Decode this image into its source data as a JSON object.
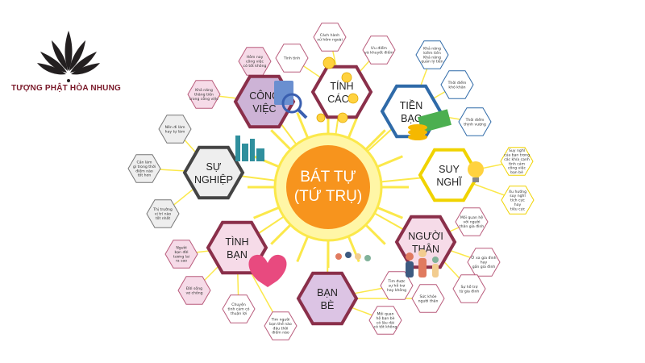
{
  "brand": {
    "name": "TƯỢNG PHẬT HÒA NHUNG"
  },
  "center": {
    "lines": [
      "BÁT TỰ",
      "(TỨ TRỤ)"
    ],
    "color": "#f7941d"
  },
  "colors": {
    "ray": "#fbe84a",
    "sun": "#fff6a6"
  },
  "categories": [
    {
      "id": "cong-viec",
      "lines": [
        "CÔNG",
        "VIỆC"
      ],
      "fill": "#cdb3d6",
      "border": "#8a2f4a"
    },
    {
      "id": "tinh-cach",
      "lines": [
        "TÍNH",
        "CÁCH"
      ],
      "fill": "#ffffff",
      "border": "#8a2f4a"
    },
    {
      "id": "tien-bac",
      "lines": [
        "TIỀN",
        "BẠC"
      ],
      "fill": "#ffffff",
      "border": "#2f6aa8"
    },
    {
      "id": "suy-nghi",
      "lines": [
        "SUY",
        "NGHĨ"
      ],
      "fill": "#ffffff",
      "border": "#f0d300"
    },
    {
      "id": "nguoi-than",
      "lines": [
        "NGƯỜI",
        "THÂN"
      ],
      "fill": "#f6dbe8",
      "border": "#8a2f4a"
    },
    {
      "id": "ban-be",
      "lines": [
        "BẠN",
        "BÈ"
      ],
      "fill": "#dcc4e4",
      "border": "#8a2f4a"
    },
    {
      "id": "tinh-ban",
      "lines": [
        "TÌNH",
        "BẠN"
      ],
      "fill": "#f6dbe8",
      "border": "#8a2f4a"
    },
    {
      "id": "su-nghiep",
      "lines": [
        "SỰ",
        "NGHIỆP"
      ],
      "fill": "#eeeeee",
      "border": "#444444"
    }
  ],
  "leaves": [
    {
      "lines": [
        "Hôm nay",
        "công việc",
        "có tốt không"
      ],
      "fill": "#f6dbe8",
      "border": "#b95c7c"
    },
    {
      "lines": [
        "Khả năng",
        "thăng tiến",
        "trong công việc"
      ],
      "fill": "#f6dbe8",
      "border": "#b95c7c"
    },
    {
      "lines": [
        "Tính tình"
      ],
      "fill": "#ffffff",
      "border": "#b95c7c"
    },
    {
      "lines": [
        "Cách hành",
        "xử hôm ngoài"
      ],
      "fill": "#ffffff",
      "border": "#b95c7c"
    },
    {
      "lines": [
        "Ưu điểm",
        "và khuyết điểm"
      ],
      "fill": "#ffffff",
      "border": "#b95c7c"
    },
    {
      "lines": [
        "Khả năng",
        "kiếm tiền",
        "Khả năng",
        "quản lý tiền"
      ],
      "fill": "#ffffff",
      "border": "#2f6aa8"
    },
    {
      "lines": [
        "Thời điểm",
        "khó khăn"
      ],
      "fill": "#ffffff",
      "border": "#2f6aa8"
    },
    {
      "lines": [
        "Thời điểm",
        "thịnh vượng"
      ],
      "fill": "#ffffff",
      "border": "#2f6aa8"
    },
    {
      "lines": [
        "Suy nghĩ",
        "của bạn trong",
        "các khía cạnh",
        "tình cảm",
        "công việc",
        "bạn bè"
      ],
      "fill": "#ffffff",
      "border": "#f0d300"
    },
    {
      "lines": [
        "Xu hướng",
        "suy nghĩ",
        "tích cực",
        "hay",
        "tiêu cực"
      ],
      "fill": "#ffffff",
      "border": "#f0d300"
    },
    {
      "lines": [
        "Mối quan hệ",
        "với người",
        "thân gia đình"
      ],
      "fill": "#ffffff",
      "border": "#b95c7c"
    },
    {
      "lines": [
        "Ở xa gia đình",
        "hay",
        "gần gia đình"
      ],
      "fill": "#ffffff",
      "border": "#b95c7c"
    },
    {
      "lines": [
        "Sự hỗ trợ",
        "từ gia đình"
      ],
      "fill": "#ffffff",
      "border": "#b95c7c"
    },
    {
      "lines": [
        "Tìm được",
        "sự hỗ trợ",
        "hay không"
      ],
      "fill": "#ffffff",
      "border": "#b95c7c"
    },
    {
      "lines": [
        "Sức khỏe",
        "người thân"
      ],
      "fill": "#ffffff",
      "border": "#b95c7c"
    },
    {
      "lines": [
        "Mối quan",
        "hệ bạn bè",
        "có lâu dài",
        "có tốt không"
      ],
      "fill": "#ffffff",
      "border": "#b95c7c"
    },
    {
      "lines": [
        "Tìm người",
        "bạn thế nào",
        "đâu thời",
        "điểm nào"
      ],
      "fill": "#ffffff",
      "border": "#b95c7c"
    },
    {
      "lines": [
        "Chuyện",
        "tình cảm có",
        "thuận lợi"
      ],
      "fill": "#ffffff",
      "border": "#b95c7c"
    },
    {
      "lines": [
        "Đời sống",
        "vợ chồng"
      ],
      "fill": "#f6dbe8",
      "border": "#b95c7c"
    },
    {
      "lines": [
        "Người",
        "bạn đời",
        "tương lai",
        "ra sao"
      ],
      "fill": "#f6dbe8",
      "border": "#b95c7c"
    },
    {
      "lines": [
        "Nên đi làm",
        "hay tự làm"
      ],
      "fill": "#eeeeee",
      "border": "#777777"
    },
    {
      "lines": [
        "Cần làm",
        "gì trong thời",
        "điểm nào",
        "tốt hơn"
      ],
      "fill": "#eeeeee",
      "border": "#777777"
    },
    {
      "lines": [
        "Thị trường",
        "vị trí nào",
        "tốt nhất"
      ],
      "fill": "#eeeeee",
      "border": "#777777"
    }
  ]
}
